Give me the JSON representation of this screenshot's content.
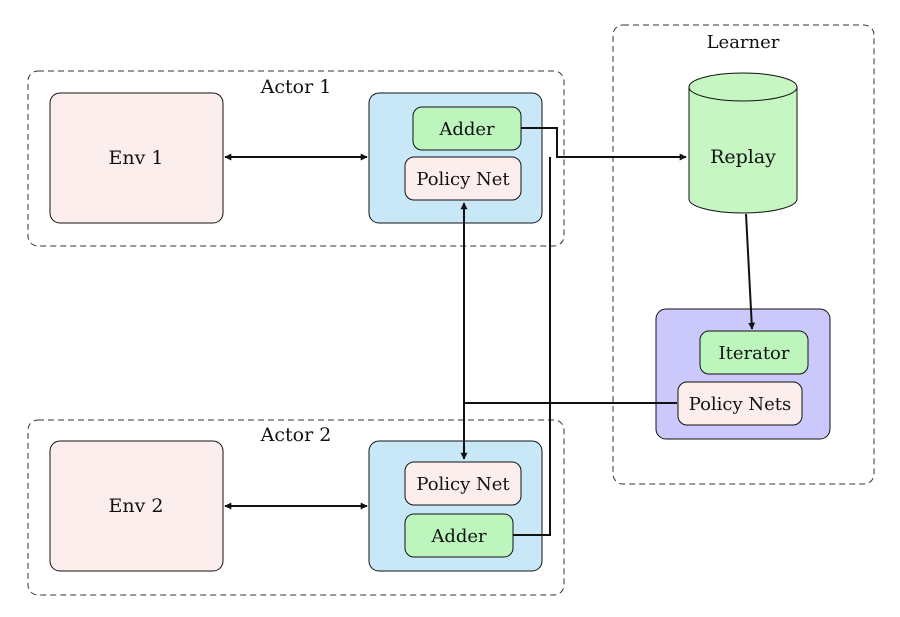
{
  "groups": {
    "actor1": "Actor 1",
    "actor2": "Actor 2",
    "learner": "Learner"
  },
  "nodes": {
    "env1": "Env 1",
    "env2": "Env 2",
    "adder1": "Adder",
    "policy_net1": "Policy Net",
    "adder2": "Adder",
    "policy_net2": "Policy Net",
    "replay": "Replay",
    "iterator": "Iterator",
    "policy_nets": "Policy Nets"
  },
  "colors": {
    "env_fill": "#fbeeed",
    "actor_container_fill": "#c8e8f8",
    "adder_fill": "#bdf6bd",
    "policy_net_fill": "#fbeeed",
    "replay_fill": "#c6f7c2",
    "learner_container_fill": "#cbc8fb",
    "iterator_fill": "#bdf6bd",
    "stroke": "#111111"
  }
}
